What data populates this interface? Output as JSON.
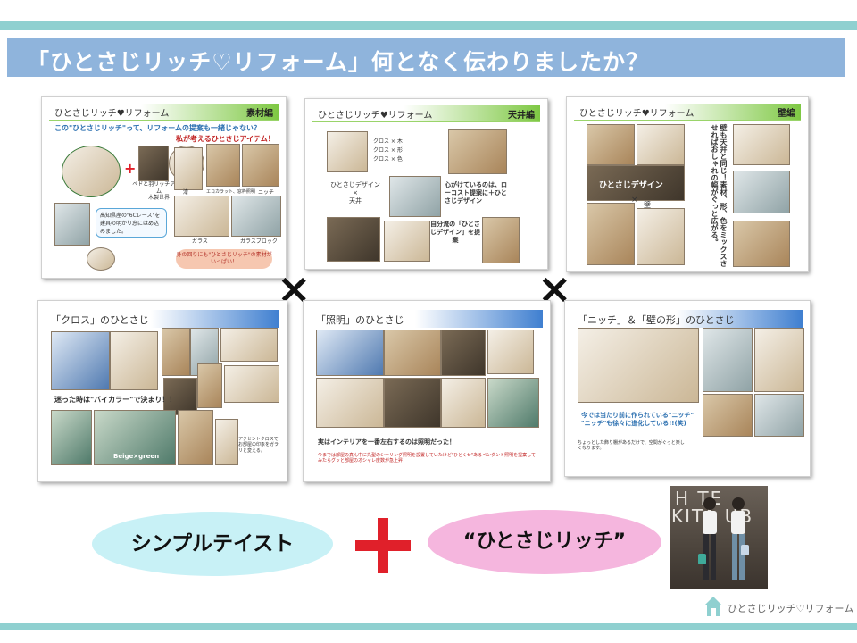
{
  "title": "「ひとさじリッチ♡リフォーム」何となく伝わりましたか？",
  "times_symbol": "×",
  "slides": {
    "material": {
      "header_label": "ひとさじリッチ♥リフォーム",
      "section": "素材編",
      "line1": "この\"ひとさじリッチ\"って、リフォームの提案も一緒じゃない？",
      "line2": "私が考えるひとさじアイテム！",
      "item_note": "ペドと羽リッチアイテム\n木製世界",
      "bubble": "高知県産の\"6Cレース\"を建具の明かり窓にはめ込みました。",
      "captions": [
        "漆",
        "エコカラット、窓枠照明",
        "ニッチ",
        "ガラス",
        "ガラスブロック"
      ],
      "pink_note": "身の回りにも\"ひとさじリッチ\"の素材がいっぱい！"
    },
    "ceiling": {
      "header_label": "ひとさじリッチ♥リフォーム",
      "section": "天井編",
      "cross_rows": [
        "クロス × 木",
        "クロス × 形",
        "クロス × 色"
      ],
      "design_label": "ひとさじデザイン\n×\n天井",
      "focus": "心がけているのは、ローコスト提案に＋ひとさじデザイン",
      "proposal": "自分流の「ひとさじデザイン」を提案"
    },
    "wall": {
      "header_label": "ひとさじリッチ♥リフォーム",
      "section": "壁編",
      "vertical_text": "壁も天井と同じ！素材、形、色をミックスさせればおしゃれの幅がぐっと広がる。",
      "design_label": "ひとさじデザイン",
      "cross": "×",
      "wall_label": "壁"
    },
    "cloth": {
      "header_label": "「クロス」のひとさじ",
      "caption": "迷った時は\"バイカラー\"で決まり！！",
      "photo_label": "Beige×green",
      "note": "アクセントクロスでお部屋の印象をガラリと変える。"
    },
    "lighting": {
      "header_label": "「照明」のひとさじ",
      "caption": "実はインテリアを一番左右するのは照明だった！",
      "note": "今までは部屋の真ん中に丸型のシーリング照明を設置していたけど\"ひとくせ\"あるペンダント照明を提案してみたらグッと部屋のオシャレ度数が急上昇！"
    },
    "niche": {
      "header_label": "「ニッチ」＆「壁の形」のひとさじ",
      "caption": "今では当たり前に作られている\"ニッチ\"\n\"ニッチ\"も徐々に進化している!!(笑)",
      "note": "ちょっとした飾り棚があるだけで、空間がぐっと楽しくなります。"
    }
  },
  "bottom": {
    "left_oval": "シンプルテイスト",
    "plus": "+",
    "right_oval": "“ひとさじリッチ”",
    "photo_sign_top": "H  TE",
    "photo_sign_bottom": "KITA   UB"
  },
  "logo": {
    "text": "ひとさじリッチ♡リフォーム"
  },
  "colors": {
    "title_bar": "#8fb4dc",
    "accent_line": "#8fd0d0",
    "left_oval": "#c8f1f6",
    "right_oval": "#f5b6de",
    "plus": "#e0202a",
    "green_header": "#7ec843",
    "blue_header": "#3f7fd0"
  }
}
